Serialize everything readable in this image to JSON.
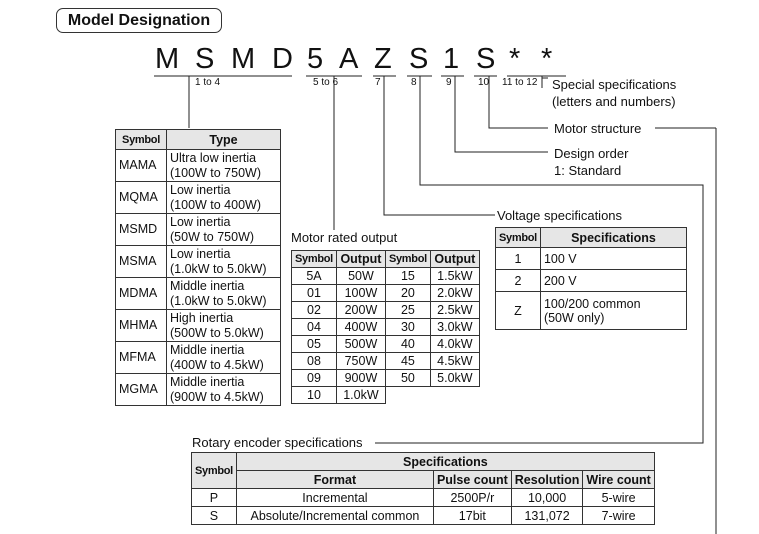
{
  "title": "Model Designation",
  "model_code": [
    "M",
    "S",
    "M",
    "D",
    "5",
    "A",
    "Z",
    "S",
    "1",
    "S",
    "*",
    "*"
  ],
  "position_labels": {
    "p1_4": "1 to 4",
    "p5_6": "5 to 6",
    "p7": "7",
    "p8": "8",
    "p9": "9",
    "p10": "10",
    "p11_12": "11 to 12"
  },
  "annotations": {
    "special_spec_line1": "Special specifications",
    "special_spec_line2": "(letters and numbers)",
    "motor_structure": "Motor structure",
    "design_order": "Design order",
    "design_order_value": "1: Standard",
    "voltage_spec": "Voltage specifications",
    "rated_output": "Motor rated output",
    "encoder_spec": "Rotary encoder specifications"
  },
  "type_table": {
    "headers": [
      "Symbol",
      "Type"
    ],
    "rows": [
      {
        "symbol": "MAMA",
        "line1": "Ultra low inertia",
        "line2": "(100W to 750W)"
      },
      {
        "symbol": "MQMA",
        "line1": "Low inertia",
        "line2": "(100W to 400W)"
      },
      {
        "symbol": "MSMD",
        "line1": "Low inertia",
        "line2": "(50W to 750W)"
      },
      {
        "symbol": "MSMA",
        "line1": "Low inertia",
        "line2": "(1.0kW to 5.0kW)"
      },
      {
        "symbol": "MDMA",
        "line1": "Middle inertia",
        "line2": "(1.0kW to 5.0kW)"
      },
      {
        "symbol": "MHMA",
        "line1": "High inertia",
        "line2": "(500W to 5.0kW)"
      },
      {
        "symbol": "MFMA",
        "line1": "Middle inertia",
        "line2": "(400W to 4.5kW)"
      },
      {
        "symbol": "MGMA",
        "line1": "Middle inertia",
        "line2": "(900W to 4.5kW)"
      }
    ]
  },
  "output_table": {
    "headers": [
      "Symbol",
      "Output",
      "Symbol",
      "Output"
    ],
    "rows": [
      [
        "5A",
        "50W",
        "15",
        "1.5kW"
      ],
      [
        "01",
        "100W",
        "20",
        "2.0kW"
      ],
      [
        "02",
        "200W",
        "25",
        "2.5kW"
      ],
      [
        "04",
        "400W",
        "30",
        "3.0kW"
      ],
      [
        "05",
        "500W",
        "40",
        "4.0kW"
      ],
      [
        "08",
        "750W",
        "45",
        "4.5kW"
      ],
      [
        "09",
        "900W",
        "50",
        "5.0kW"
      ],
      [
        "10",
        "1.0kW",
        "",
        ""
      ]
    ]
  },
  "voltage_table": {
    "headers": [
      "Symbol",
      "Specifications"
    ],
    "rows": [
      {
        "symbol": "1",
        "line1": "100 V",
        "line2": ""
      },
      {
        "symbol": "2",
        "line1": "200 V",
        "line2": ""
      },
      {
        "symbol": "Z",
        "line1": "100/200 common",
        "line2": "(50W only)"
      }
    ]
  },
  "encoder_table": {
    "symbol_header": "Symbol",
    "group_header": "Specifications",
    "headers": [
      "Format",
      "Pulse count",
      "Resolution",
      "Wire count"
    ],
    "rows": [
      {
        "symbol": "P",
        "format": "Incremental",
        "pulse": "2500P/r",
        "resolution": "10,000",
        "wire": "5-wire"
      },
      {
        "symbol": "S",
        "format": "Absolute/Incremental common",
        "pulse": "17bit",
        "resolution": "131,072",
        "wire": "7-wire"
      }
    ]
  }
}
